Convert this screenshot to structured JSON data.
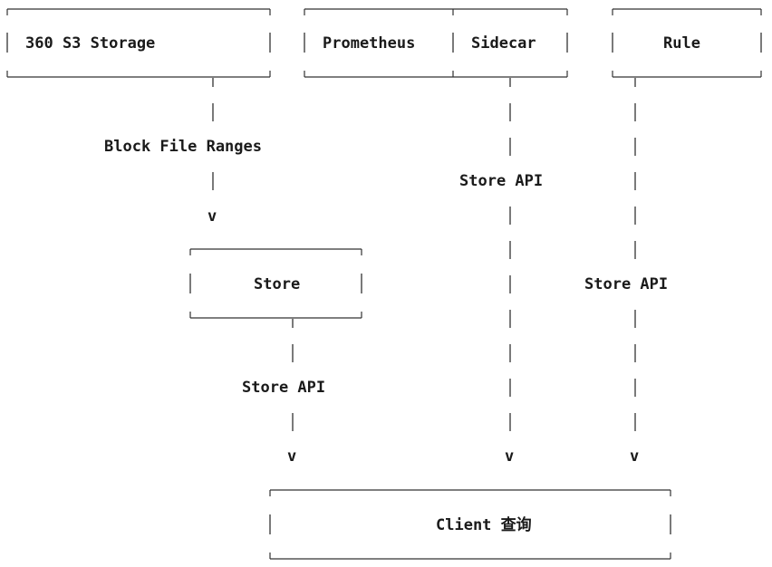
{
  "boxes": {
    "storage": "360 S3 Storage",
    "prometheus": "Prometheus",
    "sidecar": "Sidecar",
    "rule": "Rule",
    "store": "Store",
    "client": "Client 查询"
  },
  "labels": {
    "storage_to_store": "Block File Ranges",
    "sidecar_to_client": "Store API",
    "rule_to_client": "Store API",
    "store_to_client": "Store API"
  },
  "arrowheads": {
    "glyph": "v"
  }
}
